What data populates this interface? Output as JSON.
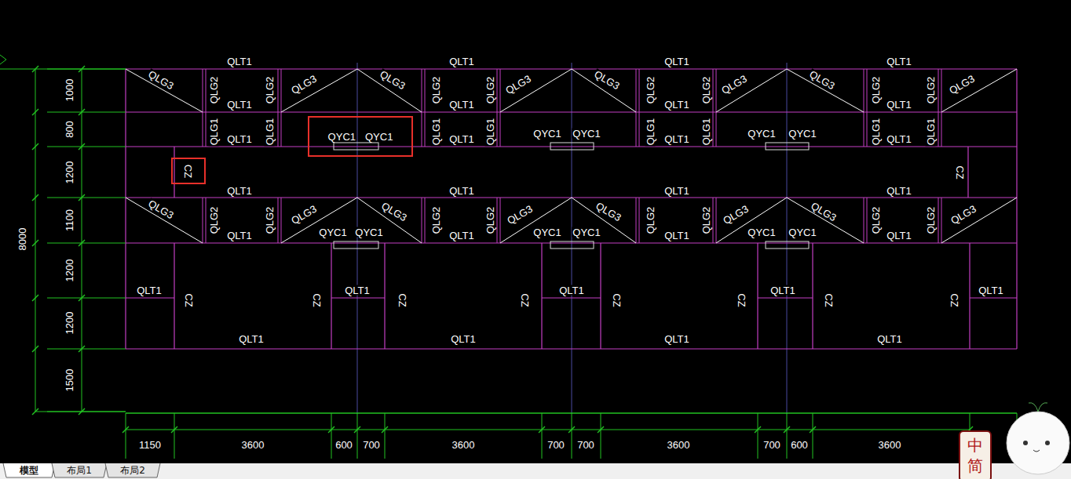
{
  "diagram": {
    "nodes": [
      {
        "text": [
          "QYC1",
          "QYC1"
        ]
      },
      {
        "text": [
          "CZ"
        ]
      }
    ],
    "labels": [
      "QLT1",
      "QLT1",
      "QLT1",
      "QLT1",
      "QLG3",
      "QLG2",
      "QLT1",
      "QLG2",
      "QLG3",
      "QLG3",
      "QLG2",
      "QLT1",
      "QLG2",
      "QLG3",
      "QLG3",
      "QLG2",
      "QLT1",
      "QLG2",
      "QLG3",
      "QLG3",
      "QLG2",
      "QLT1",
      "QLG2",
      "QLG3",
      "QLG1",
      "QLT1",
      "QLG1",
      "QLG1",
      "QLT1",
      "QLG1",
      "QYC1",
      "QYC1",
      "QLG1",
      "QLT1",
      "QLG1",
      "QYC1",
      "QYC1",
      "QLG1",
      "QLT1",
      "QLG1",
      "CZ",
      "QLT1",
      "QLT1",
      "QLT1",
      "QLT1",
      "QLG3",
      "QLG2",
      "QLT1",
      "QLG2",
      "QLG3",
      "QYC1",
      "QYC1",
      "QLG3",
      "QLG2",
      "QLT1",
      "QLG2",
      "QLG3",
      "QYC1",
      "QYC1",
      "QLG3",
      "QLG2",
      "QLT1",
      "QLG2",
      "QLG3",
      "QYC1",
      "QYC1",
      "QLG3",
      "QLG2",
      "QLT1",
      "QLG2",
      "QLG3",
      "QLT1",
      "CZ",
      "CZ",
      "QLT1",
      "CZ",
      "CZ",
      "QLT1",
      "CZ",
      "CZ",
      "QLT1",
      "CZ",
      "CZ",
      "QLT1",
      "QLT1",
      "QLT1",
      "QLT1",
      "QLT1",
      "1000",
      "800",
      "1200",
      "1100",
      "1200",
      "1200",
      "1500",
      "8000",
      "1150",
      "3600",
      "600",
      "700",
      "3600",
      "700",
      "700",
      "3600",
      "700",
      "600",
      "3600",
      "模型",
      "布局1",
      "布局2",
      "中",
      "简"
    ]
  }
}
